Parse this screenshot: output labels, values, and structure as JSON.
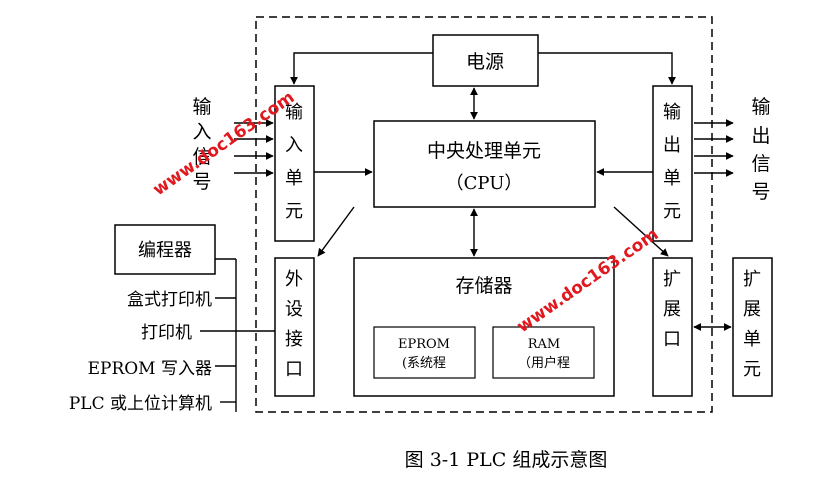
{
  "diagram": {
    "caption": "图 3-1 PLC 组成示意图",
    "power": "电源",
    "cpu": {
      "line1": "中央处理单元",
      "line2": "（CPU）"
    },
    "input_unit": [
      "输",
      "入",
      "单",
      "元"
    ],
    "output_unit": [
      "输",
      "出",
      "单",
      "元"
    ],
    "input_signal": [
      "输",
      "入",
      "信",
      "号"
    ],
    "output_signal": [
      "输",
      "出",
      "信",
      "号"
    ],
    "peripheral_interface": [
      "外",
      "设",
      "接",
      "口"
    ],
    "memory": {
      "title": "存储器",
      "eprom": {
        "line1": "EPROM",
        "line2": "(系统程"
      },
      "ram": {
        "line1": "RAM",
        "line2": "（用户程"
      }
    },
    "expansion_port": [
      "扩",
      "展",
      "口"
    ],
    "expansion_unit": [
      "扩",
      "展",
      "单",
      "元"
    ],
    "programmer": "编程器",
    "peripherals": [
      "盒式打印机",
      "打印机",
      "EPROM 写入器",
      "PLC 或上位计算机"
    ],
    "watermark": "www.doc163.com"
  }
}
